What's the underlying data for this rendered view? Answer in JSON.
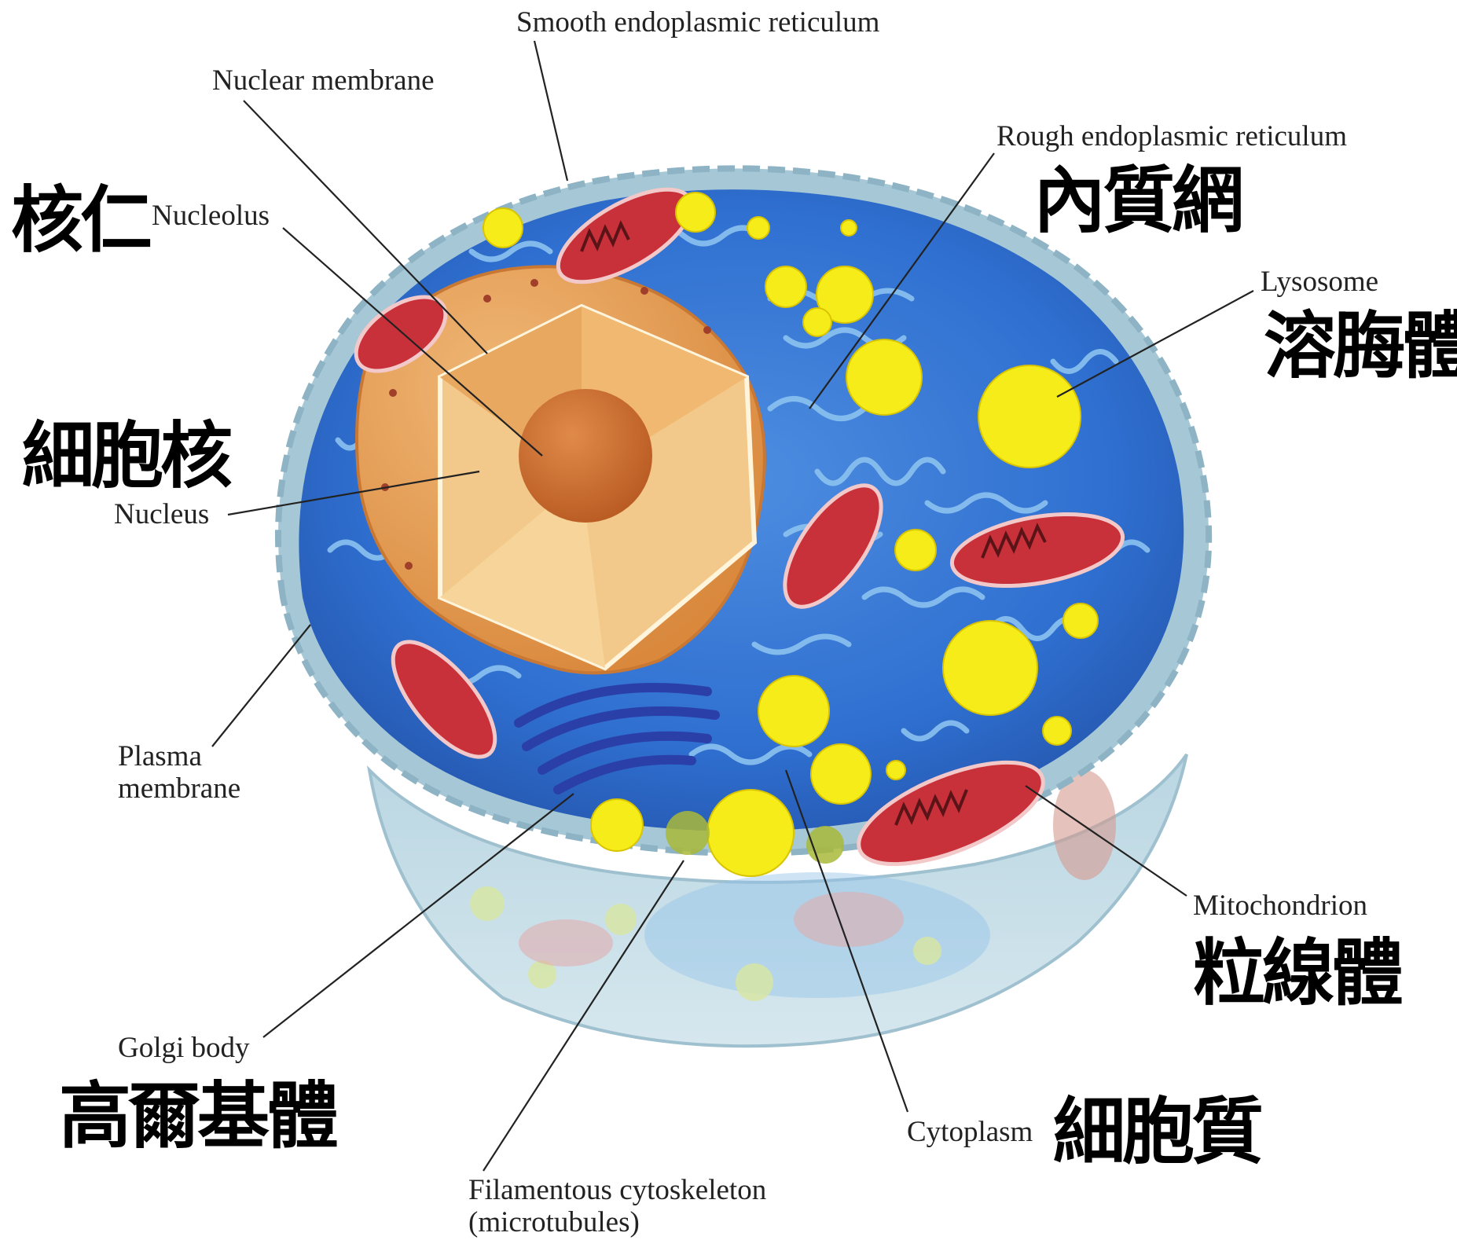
{
  "labels": {
    "smooth_er": "Smooth endoplasmic reticulum",
    "nuclear_membrane": "Nuclear membrane",
    "rough_er": "Rough endoplasmic reticulum",
    "er_zh": "內質網",
    "nucleolus": "Nucleolus",
    "nucleolus_zh": "核仁",
    "lysosome": "Lysosome",
    "lysosome_zh": "溶脢體",
    "nucleus_zh": "細胞核",
    "nucleus": "Nucleus",
    "plasma_membrane_1": "Plasma",
    "plasma_membrane_2": "membrane",
    "mitochondrion": "Mitochondrion",
    "mitochondrion_zh": "粒線體",
    "golgi": "Golgi body",
    "golgi_zh": "高爾基體",
    "cytoplasm": "Cytoplasm",
    "cytoplasm_zh": "細胞質",
    "cytoskeleton_1": "Filamentous cytoskeleton",
    "cytoskeleton_2": "(microtubules)"
  },
  "colors": {
    "cytoplasm": "#2f6fd0",
    "cytoplasm_light": "#6fa8e8",
    "membrane_outer": "#a9c9d8",
    "nucleus_outer": "#e3a35a",
    "nucleus_inner": "#f2c27a",
    "nucleolus": "#c96a2c",
    "lysosome": "#f5ec1a",
    "mitochondrion": "#c8303a",
    "golgi": "#2a3fa8",
    "leader_line": "#222222"
  }
}
